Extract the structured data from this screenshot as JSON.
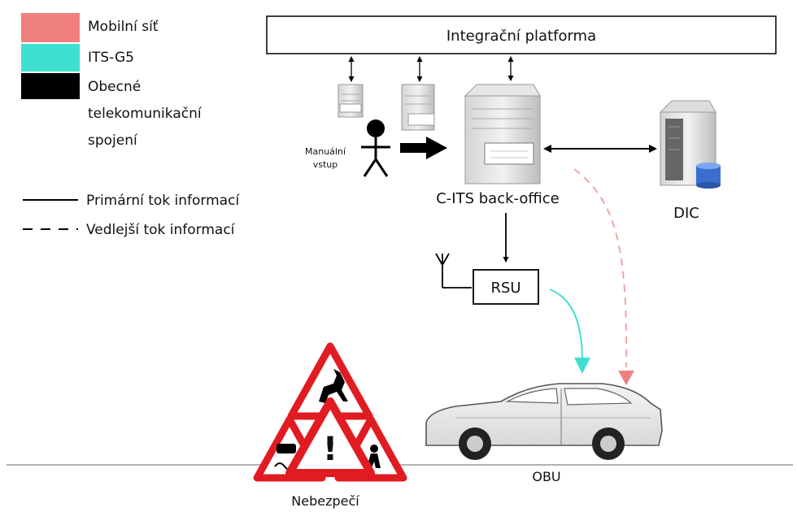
{
  "legend": {
    "items": [
      {
        "label": "Mobilní síť",
        "color": "#f08080"
      },
      {
        "label": "ITS-G5",
        "color": "#40e0d0"
      },
      {
        "label_lines": [
          "Obecné",
          "telekomunikační",
          "spojení"
        ],
        "color": "#000000"
      }
    ],
    "lines": [
      {
        "label": "Primární tok informací",
        "style": "solid"
      },
      {
        "label": "Vedlejší tok informací",
        "style": "dashed"
      }
    ]
  },
  "platform": {
    "label": "Integrační platforma"
  },
  "manual_input": {
    "lines": [
      "Manuální",
      "vstup"
    ]
  },
  "backoffice": {
    "label": "C-ITS back-office"
  },
  "dic": {
    "label": "DIC"
  },
  "rsu": {
    "label": "RSU"
  },
  "obu": {
    "label": "OBU"
  },
  "hazard": {
    "label": "Nebezpečí",
    "center_symbol": "!"
  },
  "colors": {
    "mobile": "#f08080",
    "itsg5": "#40e0d0",
    "general": "#000000",
    "sign_red": "#e11b22"
  },
  "icons": [
    "server-icon",
    "person-icon",
    "antenna-icon",
    "car-icon",
    "warning-sign-icon",
    "deer-sign-icon",
    "skid-sign-icon",
    "children-sign-icon",
    "database-icon"
  ]
}
